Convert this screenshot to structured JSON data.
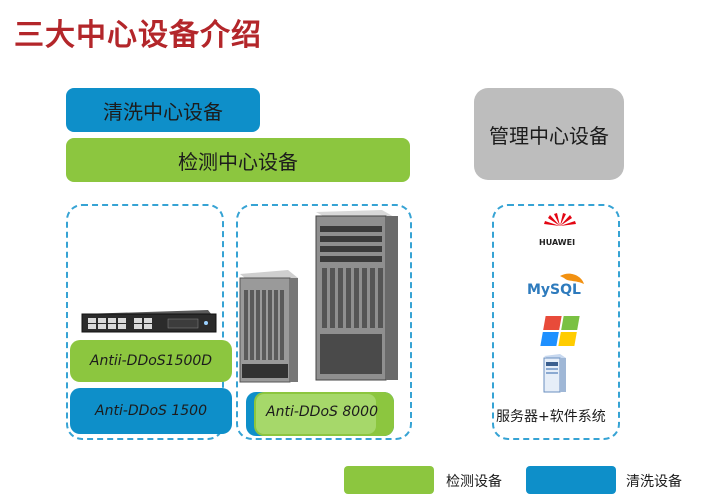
{
  "title": "三大中心设备介绍",
  "top_labels": {
    "cleaning_center": "清洗中心设备",
    "detection_center": "检测中心设备",
    "management_center": "管理中心设备"
  },
  "devices": {
    "label_1500d": "Antii-DDoS1500D",
    "label_1500": "Anti-DDoS 1500",
    "label_8000": "Anti-DDoS 8000"
  },
  "management": {
    "huawei_logo": "HUAWEI",
    "mysql_logo": "MySQL",
    "caption": "服务器+软件系统"
  },
  "legend": {
    "detection": "检测设备",
    "cleaning": "清洗设备"
  },
  "colors": {
    "title": "#b3262a",
    "green": "#8cc63f",
    "blue": "#0e8fc9",
    "gray": "#bdbdbd",
    "dashed_border": "#36a3d4"
  }
}
